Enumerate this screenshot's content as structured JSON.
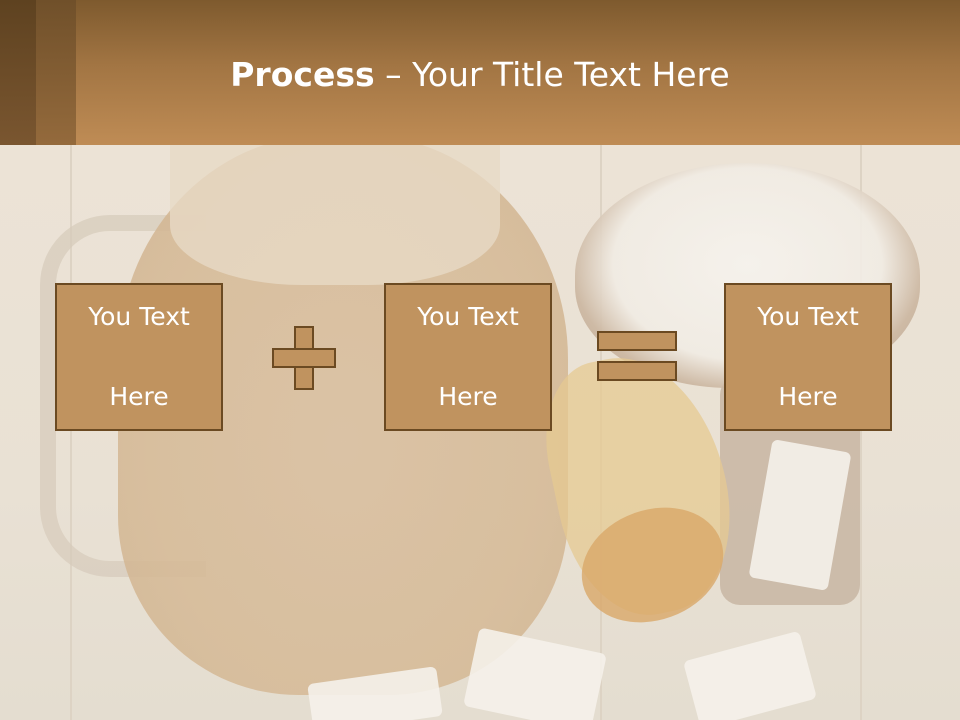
{
  "slide": {
    "title_bold": "Process",
    "title_rest": " – Your Title Text Here"
  },
  "process": {
    "box1": {
      "line1": "You Text",
      "line2": "Here"
    },
    "box2": {
      "line1": "You Text",
      "line2": "Here"
    },
    "box3": {
      "line1": "You Text",
      "line2": "Here"
    },
    "operator1": "plus-icon",
    "operator2": "equals-icon"
  },
  "colors": {
    "header": "#a27543",
    "box_fill": "#c0935f",
    "box_border": "#6b4a22",
    "text": "#ffffff"
  }
}
